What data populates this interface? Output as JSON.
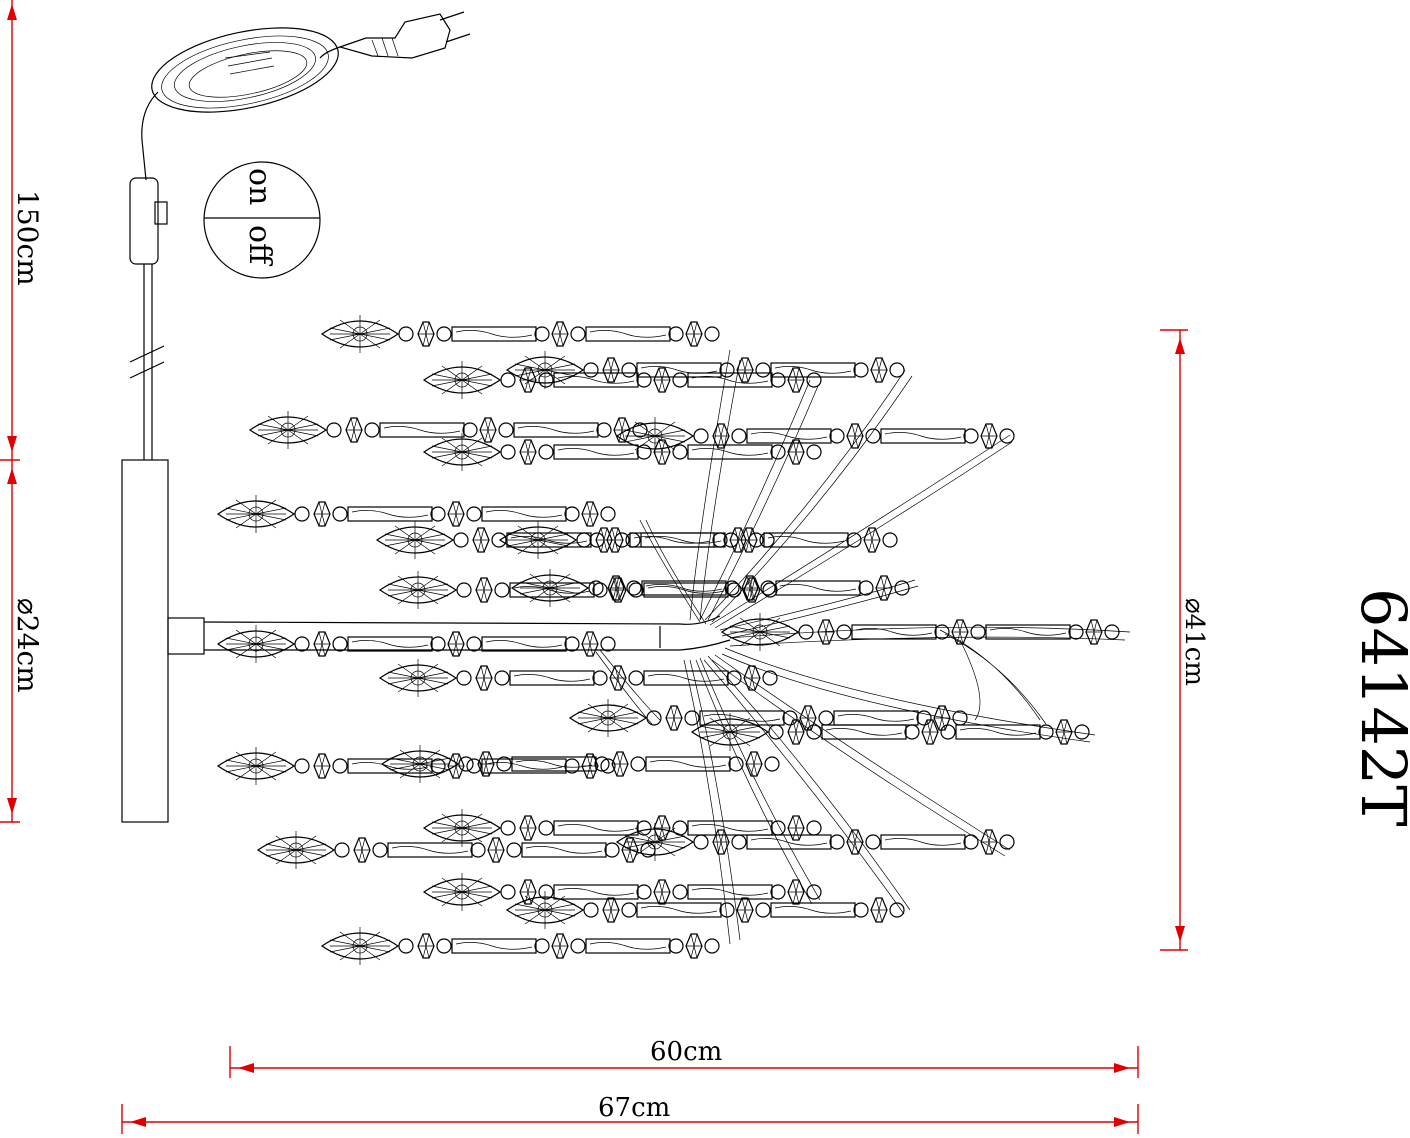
{
  "model_code": "64142T",
  "switch": {
    "on_label": "on",
    "off_label": "off"
  },
  "dimensions": {
    "cord_length": "150cm",
    "base_diameter": "⌀24cm",
    "shade_diameter": "⌀41cm",
    "inner_width": "60cm",
    "total_width": "67cm"
  },
  "colors": {
    "dimension": "#e00000",
    "line": "#000000"
  },
  "icons": [
    "power-plug-icon",
    "coiled-cord-icon",
    "inline-switch-icon",
    "on-off-dial-icon"
  ]
}
